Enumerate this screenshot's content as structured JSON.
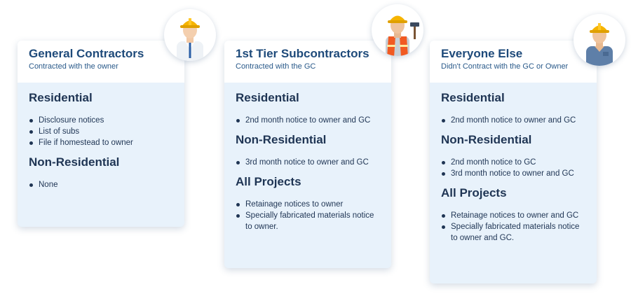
{
  "cards": [
    {
      "title": "General Contractors",
      "subtitle": "Contracted with the owner",
      "avatar_icon": "worker-suit-hardhat-icon",
      "sections": [
        {
          "title": "Residential",
          "items": [
            "Disclosure notices",
            "List of subs",
            "File if homestead to owner"
          ]
        },
        {
          "title": "Non-Residential",
          "items": [
            "None"
          ]
        }
      ]
    },
    {
      "title": "1st Tier Subcontractors",
      "subtitle": "Contracted with the GC",
      "avatar_icon": "worker-vest-hammer-icon",
      "sections": [
        {
          "title": "Residential",
          "items": [
            "2nd month notice to owner and GC"
          ]
        },
        {
          "title": "Non-Residential",
          "items": [
            "3rd month notice to owner and GC"
          ]
        },
        {
          "title": "All Projects",
          "items": [
            "Retainage notices to owner",
            "Specially fabricated materials notice to owner."
          ]
        }
      ]
    },
    {
      "title": "Everyone Else",
      "subtitle": "Didn't Contract with the GC or Owner",
      "avatar_icon": "worker-shirt-hardhat-icon",
      "sections": [
        {
          "title": "Residential",
          "items": [
            "2nd month notice to owner and GC"
          ]
        },
        {
          "title": "Non-Residential",
          "items": [
            "2nd month notice to GC",
            "3rd month notice to owner and GC"
          ]
        },
        {
          "title": "All Projects",
          "items": [
            "Retainage notices to owner and GC",
            "Specially fabricated materials notice to owner and GC."
          ]
        }
      ]
    }
  ],
  "colors": {
    "card_bg": "#e8f2fb",
    "header_bg": "#ffffff",
    "title": "#1e4a7a",
    "text": "#1f3554",
    "hardhat": "#f6b400",
    "vest": "#f15a22"
  }
}
